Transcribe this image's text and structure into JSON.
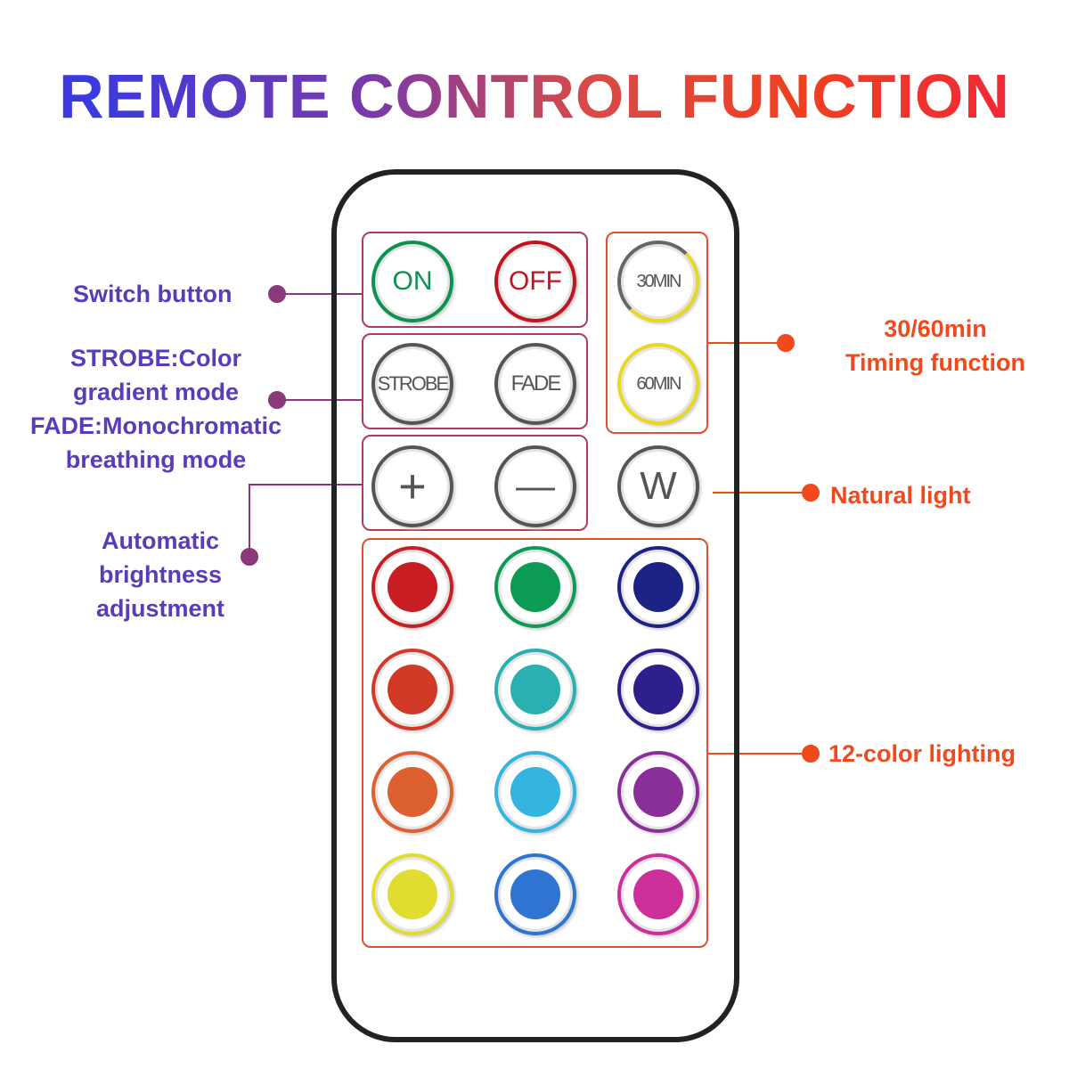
{
  "title": "REMOTE CONTROL FUNCTION",
  "buttons": {
    "on": "ON",
    "off": "OFF",
    "strobe": "STROBE",
    "fade": "FADE",
    "t30": "30MIN",
    "t60": "60MIN",
    "plus": "+",
    "minus": "—",
    "w": "W"
  },
  "labels": {
    "switch": "Switch button",
    "strobe_fade": [
      "STROBE:Color",
      "gradient mode",
      "FADE:Monochromatic",
      "breathing mode"
    ],
    "brightness": [
      "Automatic",
      "brightness",
      "adjustment"
    ],
    "timing": [
      "30/60min",
      "Timing function"
    ],
    "natural": "Natural light",
    "color12": "12-color lighting"
  },
  "colors": [
    {
      "ring": "#c81e23",
      "fill": "#c81e23"
    },
    {
      "ring": "#0c9a55",
      "fill": "#0c9a55"
    },
    {
      "ring": "#1d2384",
      "fill": "#1d2384"
    },
    {
      "ring": "#d23a28",
      "fill": "#d23a28"
    },
    {
      "ring": "#2ab0b0",
      "fill": "#2ab0b0"
    },
    {
      "ring": "#2d1f8c",
      "fill": "#2d1f8c"
    },
    {
      "ring": "#dc6030",
      "fill": "#dc6030"
    },
    {
      "ring": "#33b5e0",
      "fill": "#33b5e0"
    },
    {
      "ring": "#8a2f9a",
      "fill": "#8a2f9a"
    },
    {
      "ring": "#e0dc30",
      "fill": "#e0dc30"
    },
    {
      "ring": "#2f74d0",
      "fill": "#2f74d0"
    },
    {
      "ring": "#cc2f9a",
      "fill": "#cc2f9a"
    }
  ]
}
